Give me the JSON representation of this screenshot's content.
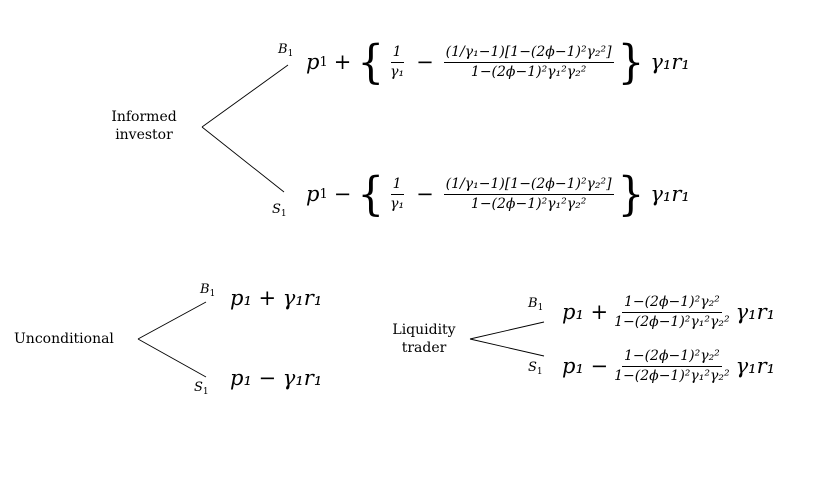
{
  "trees": {
    "informed": {
      "label_line1": "Informed",
      "label_line2": "investor",
      "top_node": "B",
      "top_node_sub": "1",
      "bottom_node": "S",
      "bottom_node_sub": "1",
      "top_expr": {
        "lead": "p",
        "lead_sub": "1",
        "op": "+",
        "frac1_num": "1",
        "frac1_den": "γ₁",
        "minus": "−",
        "frac2_num": "(1/γ₁−1)[1−(2ϕ−1)²γ₂²]",
        "frac2_den": "1−(2ϕ−1)²γ₁²γ₂²",
        "tail": "γ₁r₁"
      },
      "bottom_expr": {
        "lead": "p",
        "lead_sub": "1",
        "op": "−",
        "frac1_num": "1",
        "frac1_den": "γ₁",
        "minus": "−",
        "frac2_num": "(1/γ₁−1)[1−(2ϕ−1)²γ₂²]",
        "frac2_den": "1−(2ϕ−1)²γ₁²γ₂²",
        "tail": "γ₁r₁"
      }
    },
    "unconditional": {
      "label": "Unconditional",
      "top_node": "B",
      "top_node_sub": "1",
      "bottom_node": "S",
      "bottom_node_sub": "1",
      "top_expr": "p₁ + γ₁r₁",
      "bottom_expr": "p₁ − γ₁r₁"
    },
    "liquidity": {
      "label_line1": "Liquidity",
      "label_line2": "trader",
      "top_node": "B",
      "top_node_sub": "1",
      "bottom_node": "S",
      "bottom_node_sub": "1",
      "top_expr": {
        "lead": "p₁ +",
        "frac_num": "1−(2ϕ−1)²γ₂²",
        "frac_den": "1−(2ϕ−1)²γ₁²γ₂²",
        "tail": "γ₁r₁"
      },
      "bottom_expr": {
        "lead": "p₁ −",
        "frac_num": "1−(2ϕ−1)²γ₂²",
        "frac_den": "1−(2ϕ−1)²γ₁²γ₂²",
        "tail": "γ₁r₁"
      }
    }
  }
}
